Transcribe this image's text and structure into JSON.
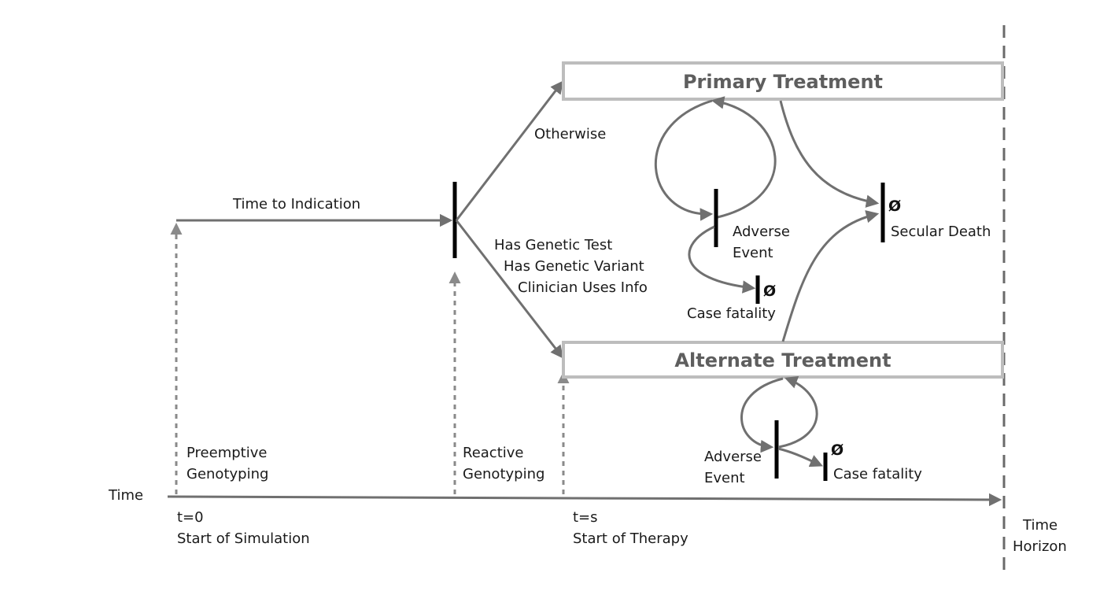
{
  "axis": {
    "time_label": "Time",
    "start_time": "t=0",
    "start_caption": "Start of Simulation",
    "therapy_time": "t=s",
    "therapy_caption": "Start of Therapy",
    "horizon_line1": "Time",
    "horizon_line2": "Horizon"
  },
  "edges": {
    "time_to_indication": "Time to Indication",
    "otherwise": "Otherwise",
    "condition_1": "Has Genetic Test",
    "condition_2": "Has Genetic Variant",
    "condition_3": "Clinician Uses Info"
  },
  "boxes": {
    "primary": "Primary Treatment",
    "alternate": "Alternate Treatment"
  },
  "events": {
    "adverse_line1": "Adverse",
    "adverse_line2": "Event",
    "case_fatality": "Case fatality",
    "secular_death": "Secular Death",
    "null_symbol": "Ø"
  },
  "genotyping": {
    "preemptive_line1": "Preemptive",
    "preemptive_line2": "Genotyping",
    "reactive_line1": "Reactive",
    "reactive_line2": "Genotyping"
  }
}
